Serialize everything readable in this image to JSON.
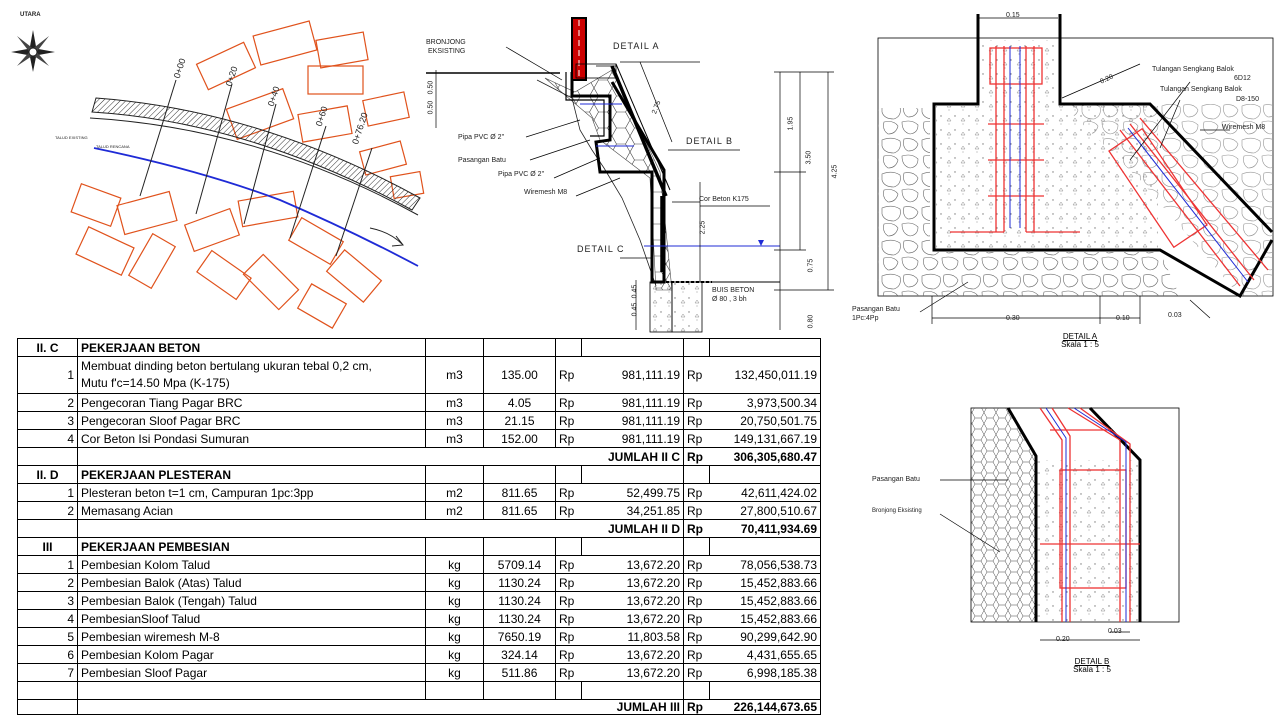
{
  "site_plan": {
    "north_label": "UTARA",
    "stations": [
      "0+00",
      "0+20",
      "0+40",
      "0+60",
      "0+76.20"
    ],
    "talud_existing": "TALUD EXISTING",
    "talud_rencana": "TALUD RENCANA"
  },
  "section": {
    "bronjong_existing_1": "BRONJONG",
    "bronjong_existing_2": "EKSISTING",
    "detail_a": "DETAIL A",
    "detail_b": "DETAIL B",
    "detail_c": "DETAIL C",
    "pipa_pvc_1": "Pipa PVC Ø 2\"",
    "pasangan_batu": "Pasangan Batu",
    "pipa_pvc_2": "Pipa PVC Ø 2\"",
    "wiremesh": "Wiremesh M8",
    "cor_beton": "Cor Beton K175",
    "buis_beton_1": "BUIS BETON",
    "buis_beton_2": "Ø 80 , 3 bh",
    "dim_050": "0.50",
    "dim_275": "2.75",
    "dim_195": "1.95",
    "dim_350": "3.50",
    "dim_425": "4.25",
    "dim_225": "2.25",
    "dim_075": "0.75",
    "dim_045": "0.45",
    "dim_080": "0.80"
  },
  "detail_a": {
    "dim_top": "0.15",
    "dim_diag": "0.20",
    "sengkang_1": "Tulangan Sengkang Balok",
    "sengkang_1b": "6D12",
    "sengkang_2": "Tulangan Sengkang Balok",
    "sengkang_2b": "D8-150",
    "wiremesh": "Wiremesh M8",
    "pasangan_1": "Pasangan Batu",
    "pasangan_2": "1Pc:4Pp",
    "dim_030": "0.30",
    "dim_010": "0.10",
    "dim_003": "0.03",
    "title": "DETAIL A",
    "scale": "Skala 1 : 5"
  },
  "detail_b": {
    "pasangan": "Pasangan Batu",
    "bronjong": "Bronjong Eksisting",
    "dim_003": "0.03",
    "dim_020": "0.20",
    "title": "DETAIL B",
    "scale": "Skala 1 : 5"
  },
  "boq": {
    "beton": {
      "no": "II. C",
      "title": "PEKERJAAN BETON",
      "items": [
        {
          "n": "1",
          "desc1": "Membuat dinding beton bertulang ukuran tebal 0,2 cm,",
          "desc2": "Mutu f'c=14.50 Mpa (K-175)",
          "unit": "m3",
          "qty": "135.00",
          "cur": "Rp",
          "price": "981,111.19",
          "cur2": "Rp",
          "total": "132,450,011.19"
        },
        {
          "n": "2",
          "desc": "Pengecoran Tiang Pagar BRC",
          "unit": "m3",
          "qty": "4.05",
          "cur": "Rp",
          "price": "981,111.19",
          "cur2": "Rp",
          "total": "3,973,500.34"
        },
        {
          "n": "3",
          "desc": "Pengecoran Sloof Pagar BRC",
          "unit": "m3",
          "qty": "21.15",
          "cur": "Rp",
          "price": "981,111.19",
          "cur2": "Rp",
          "total": "20,750,501.75"
        },
        {
          "n": "4",
          "desc": "Cor Beton Isi Pondasi Sumuran",
          "unit": "m3",
          "qty": "152.00",
          "cur": "Rp",
          "price": "981,111.19",
          "cur2": "Rp",
          "total": "149,131,667.19"
        }
      ],
      "sum_label": "JUMLAH II C",
      "sum_cur": "Rp",
      "sum_value": "306,305,680.47"
    },
    "plester": {
      "no": "II. D",
      "title": "PEKERJAAN PLESTERAN",
      "items": [
        {
          "n": "1",
          "desc": "Plesteran beton t=1 cm, Campuran 1pc:3pp",
          "unit": "m2",
          "qty": "811.65",
          "cur": "Rp",
          "price": "52,499.75",
          "cur2": "Rp",
          "total": "42,611,424.02"
        },
        {
          "n": "2",
          "desc": "Memasang Acian",
          "unit": "m2",
          "qty": "811.65",
          "cur": "Rp",
          "price": "34,251.85",
          "cur2": "Rp",
          "total": "27,800,510.67"
        }
      ],
      "sum_label": "JUMLAH II D",
      "sum_cur": "Rp",
      "sum_value": "70,411,934.69"
    },
    "besi": {
      "no": "III",
      "title": "PEKERJAAN PEMBESIAN",
      "items": [
        {
          "n": "1",
          "desc": "Pembesian Kolom Talud",
          "unit": "kg",
          "qty": "5709.14",
          "cur": "Rp",
          "price": "13,672.20",
          "cur2": "Rp",
          "total": "78,056,538.73"
        },
        {
          "n": "2",
          "desc": "Pembesian Balok (Atas) Talud",
          "unit": "kg",
          "qty": "1130.24",
          "cur": "Rp",
          "price": "13,672.20",
          "cur2": "Rp",
          "total": "15,452,883.66"
        },
        {
          "n": "3",
          "desc": "Pembesian Balok (Tengah) Talud",
          "unit": "kg",
          "qty": "1130.24",
          "cur": "Rp",
          "price": "13,672.20",
          "cur2": "Rp",
          "total": "15,452,883.66"
        },
        {
          "n": "4",
          "desc": "PembesianSloof Talud",
          "unit": "kg",
          "qty": "1130.24",
          "cur": "Rp",
          "price": "13,672.20",
          "cur2": "Rp",
          "total": "15,452,883.66"
        },
        {
          "n": "5",
          "desc": "Pembesian wiremesh M-8",
          "unit": "kg",
          "qty": "7650.19",
          "cur": "Rp",
          "price": "11,803.58",
          "cur2": "Rp",
          "total": "90,299,642.90"
        },
        {
          "n": "6",
          "desc": "Pembesian Kolom Pagar",
          "unit": "kg",
          "qty": "324.14",
          "cur": "Rp",
          "price": "13,672.20",
          "cur2": "Rp",
          "total": "4,431,655.65"
        },
        {
          "n": "7",
          "desc": "Pembesian Sloof Pagar",
          "unit": "kg",
          "qty": "511.86",
          "cur": "Rp",
          "price": "13,672.20",
          "cur2": "Rp",
          "total": "6,998,185.38"
        }
      ],
      "sum_label": "JUMLAH III",
      "sum_cur": "Rp",
      "sum_value": "226,144,673.65"
    }
  }
}
